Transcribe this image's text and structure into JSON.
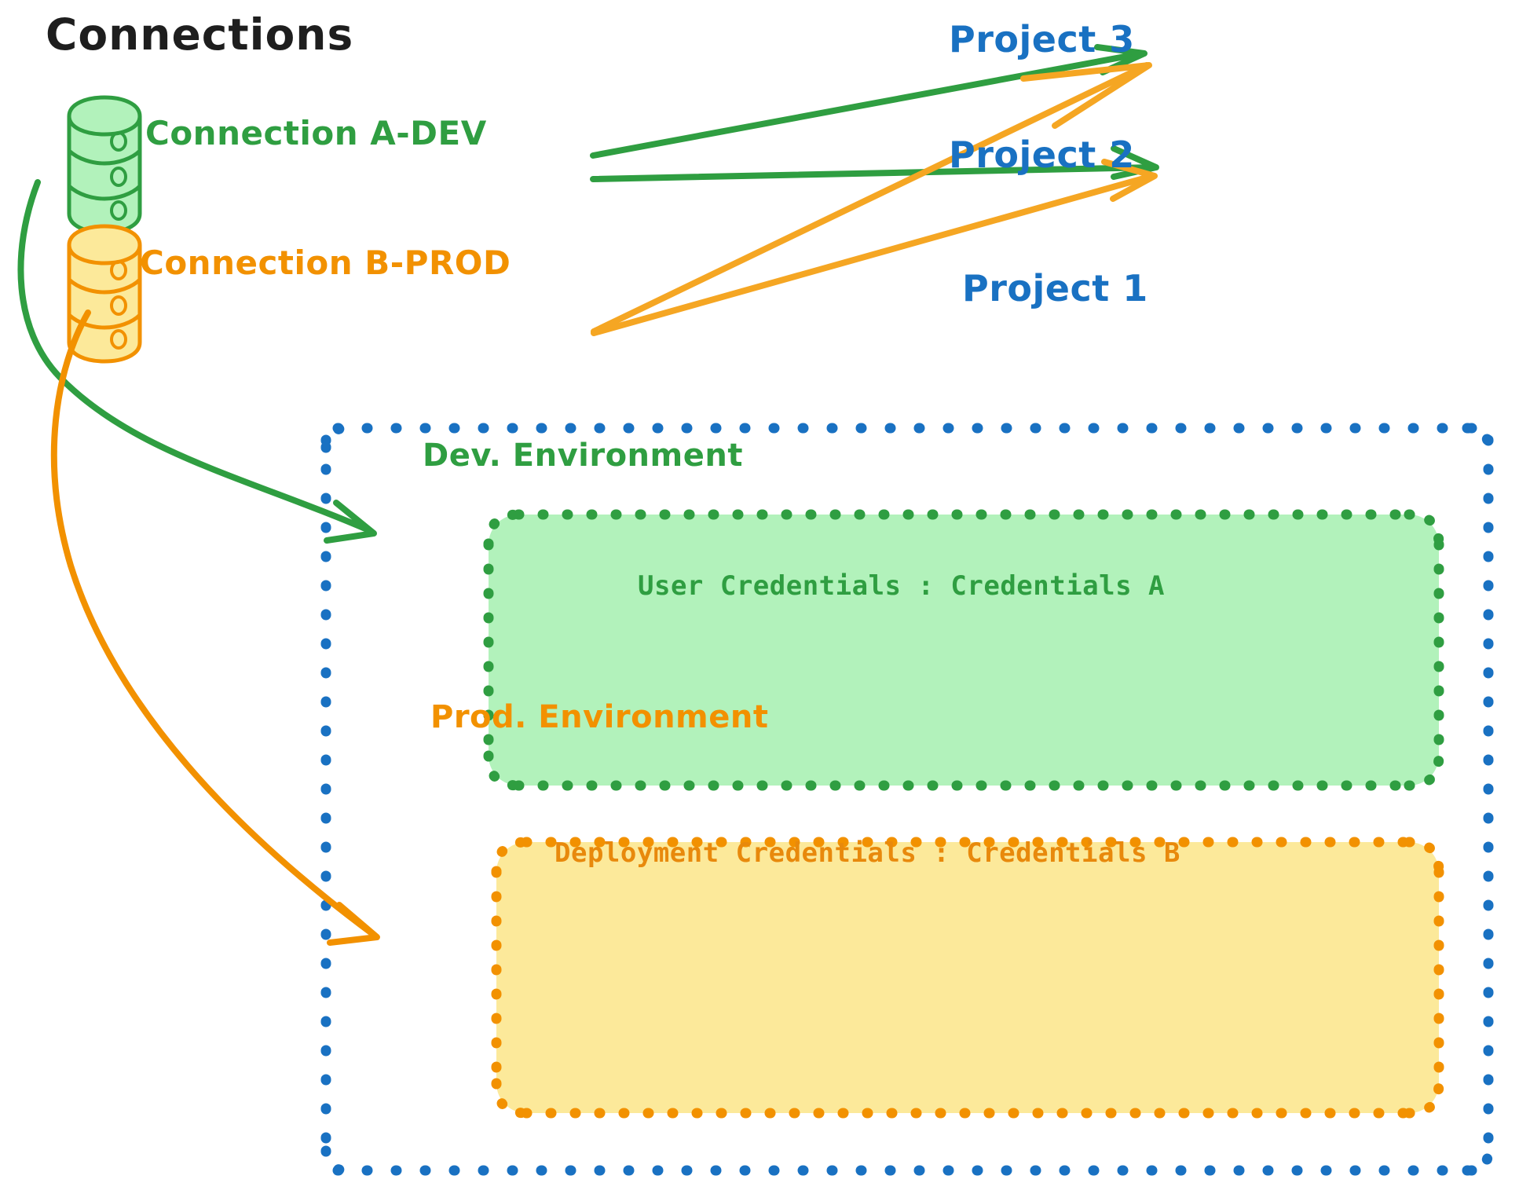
{
  "diagram": {
    "title": "Connections",
    "connections": [
      {
        "name": "Connection A-DEV",
        "color": "#2f9e41",
        "icon": "database-cylinder-icon"
      },
      {
        "name": "Connection B-PROD",
        "color": "#f29100",
        "icon": "database-cylinder-icon"
      }
    ],
    "projects": [
      {
        "label": "Project 3",
        "color": "#1971c2"
      },
      {
        "label": "Project 2",
        "color": "#1971c2"
      },
      {
        "label": "Project 1",
        "color": "#1971c2"
      }
    ],
    "project1_container": {
      "label": "Project 1",
      "border_color": "#1971c2",
      "border_style": "dotted",
      "environments": [
        {
          "name": "Dev. Environment",
          "credential_label": "User Credentials : Credentials A",
          "fill": "#b2f2bb",
          "border_color": "#2f9e41",
          "text_color": "#2f9e41"
        },
        {
          "name": "Prod. Environment",
          "credential_label": "Deployment Credentials : Credentials B",
          "fill": "#fce99a",
          "border_color": "#f29100",
          "text_color": "#e8890c"
        }
      ]
    },
    "edges": [
      {
        "from": "Connection A-DEV",
        "to": "Project 3",
        "color": "#2f9e41"
      },
      {
        "from": "Connection A-DEV",
        "to": "Project 2",
        "color": "#2f9e41"
      },
      {
        "from": "Connection A-DEV",
        "to": "Dev. Environment",
        "color": "#2f9e41"
      },
      {
        "from": "Connection B-PROD",
        "to": "Project 3",
        "color": "#f5a623"
      },
      {
        "from": "Connection B-PROD",
        "to": "Project 2",
        "color": "#f5a623"
      },
      {
        "from": "Connection B-PROD",
        "to": "Prod. Environment",
        "color": "#f29100"
      }
    ]
  }
}
